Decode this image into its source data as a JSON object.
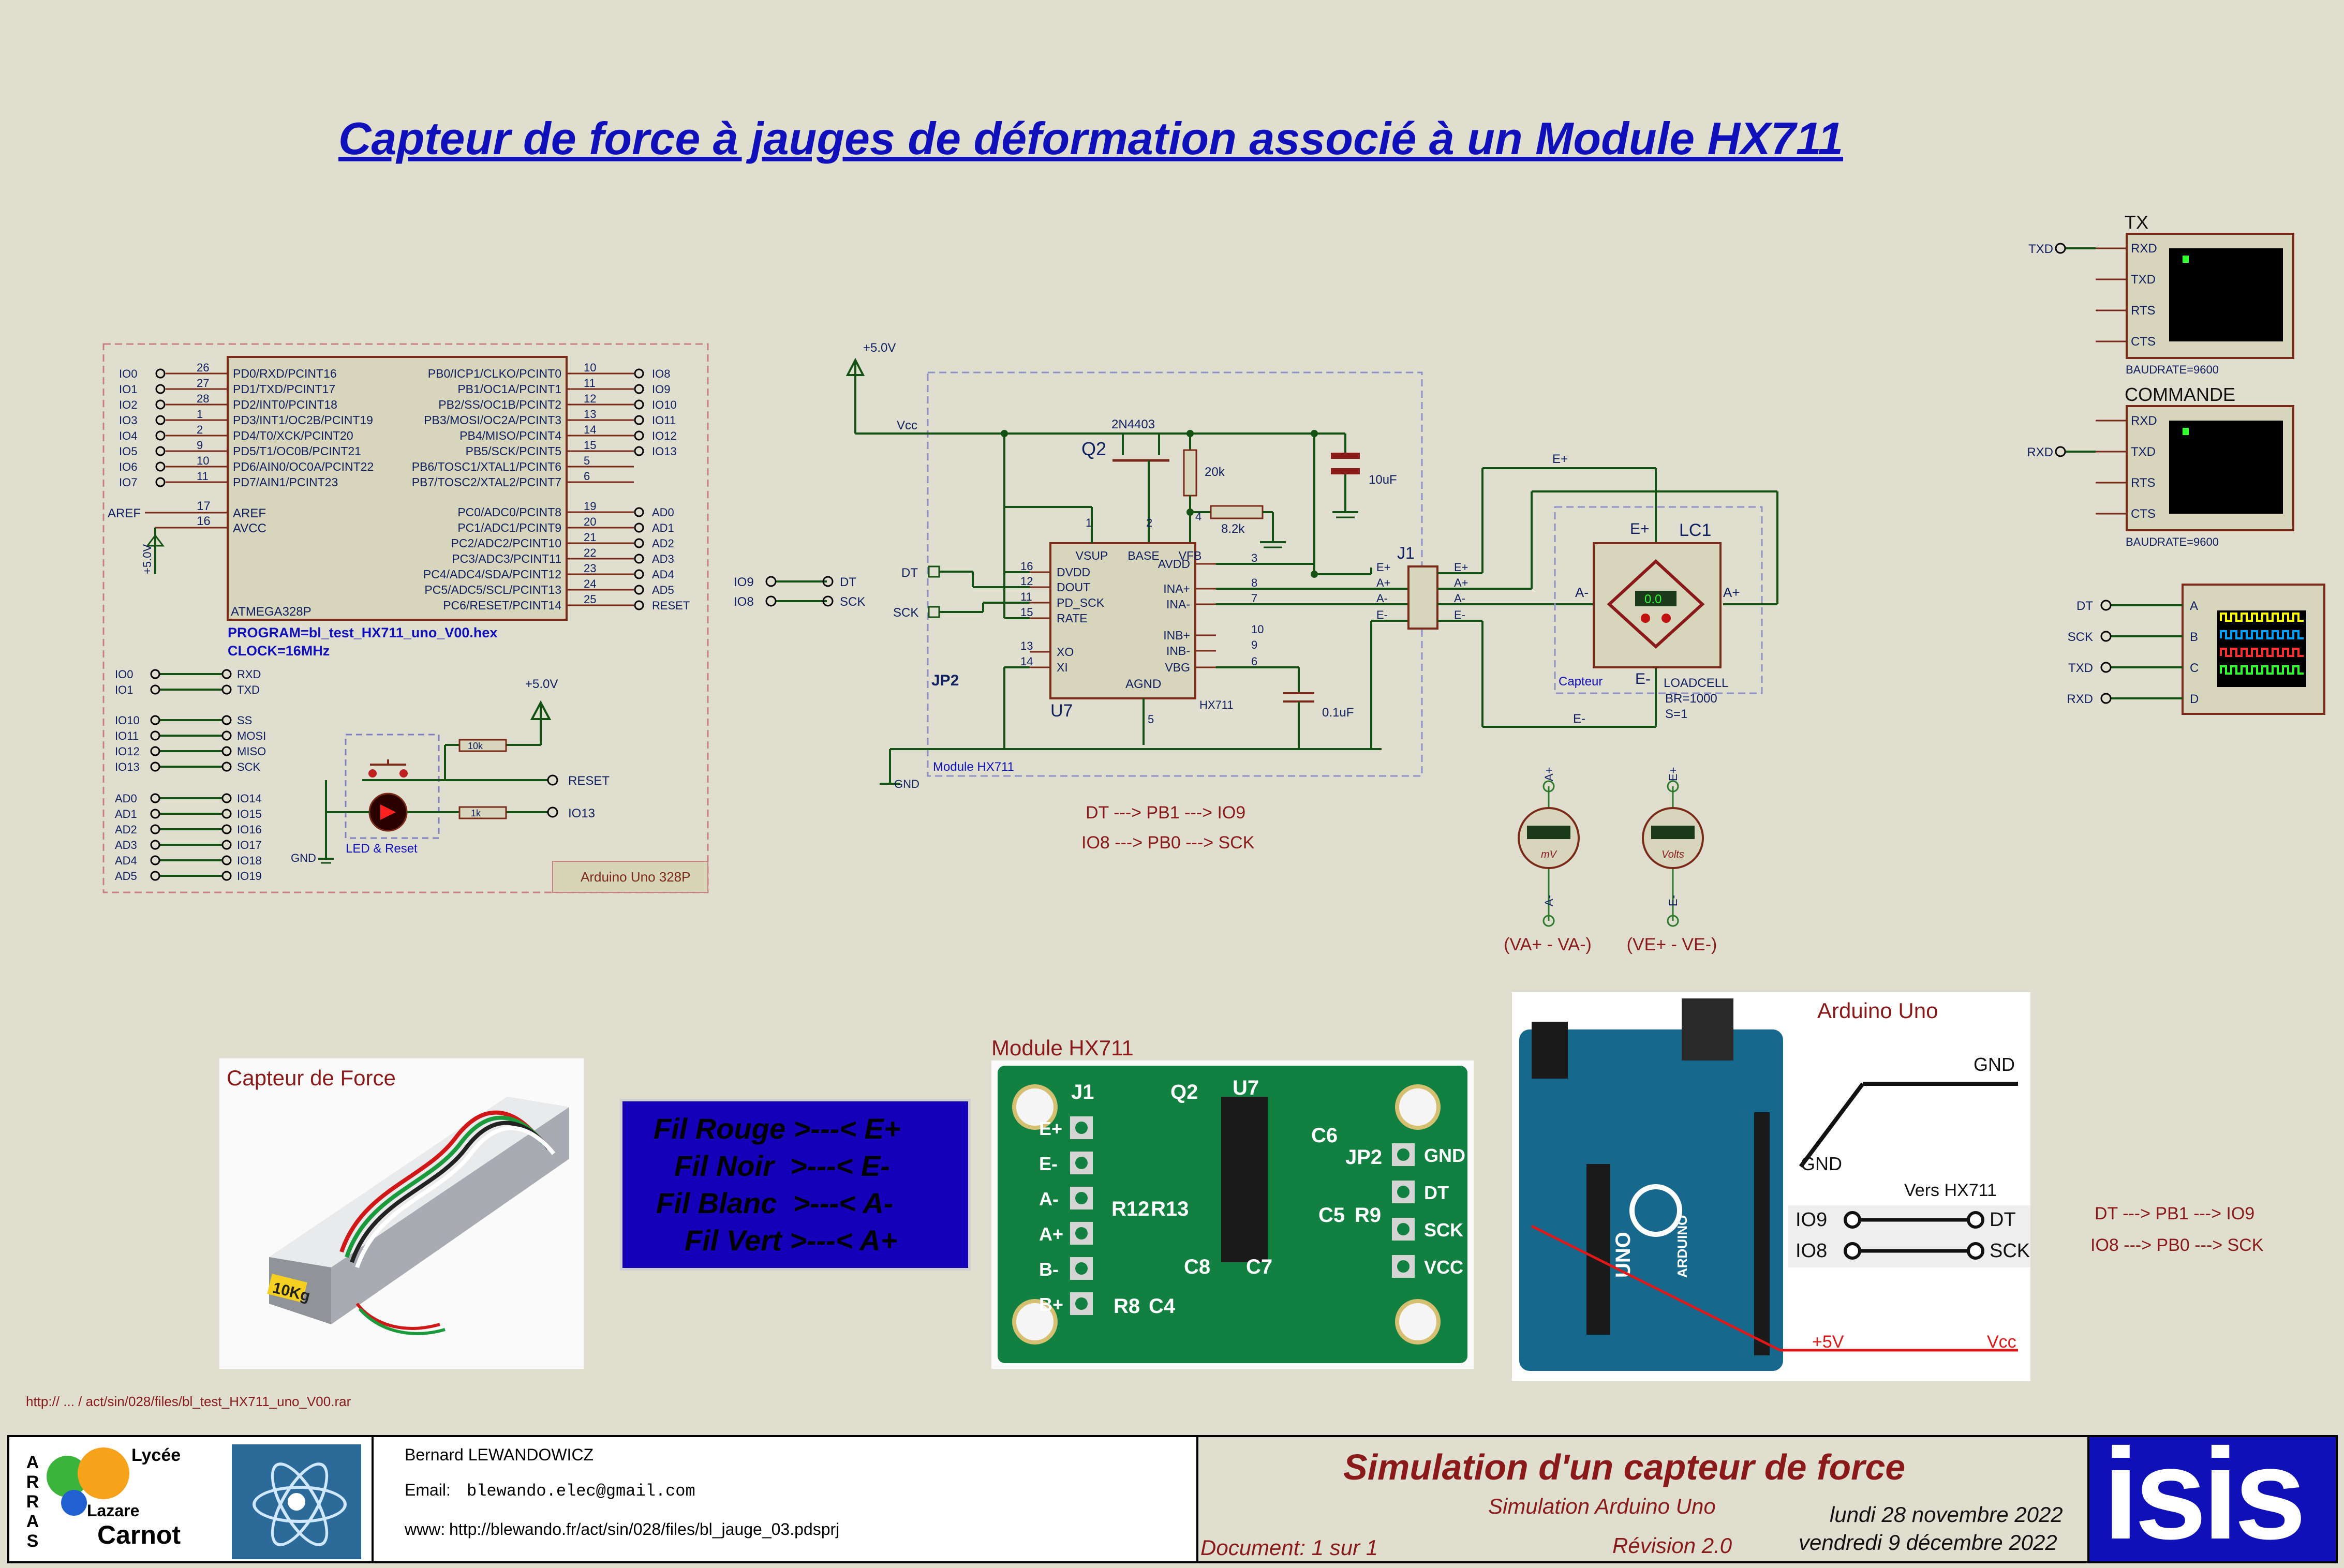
{
  "title": "Capteur de force à jauges de déformation associé à un Module HX711",
  "mcu": {
    "left_pins": [
      {
        "io": "IO0",
        "num": "26",
        "name": "PD0/RXD/PCINT16"
      },
      {
        "io": "IO1",
        "num": "27",
        "name": "PD1/TXD/PCINT17"
      },
      {
        "io": "IO2",
        "num": "28",
        "name": "PD2/INT0/PCINT18"
      },
      {
        "io": "IO3",
        "num": "1",
        "name": "PD3/INT1/OC2B/PCINT19"
      },
      {
        "io": "IO4",
        "num": "2",
        "name": "PD4/T0/XCK/PCINT20"
      },
      {
        "io": "IO5",
        "num": "9",
        "name": "PD5/T1/OC0B/PCINT21"
      },
      {
        "io": "IO6",
        "num": "10",
        "name": "PD6/AIN0/OC0A/PCINT22"
      },
      {
        "io": "IO7",
        "num": "11",
        "name": "PD7/AIN1/PCINT23"
      }
    ],
    "aref": {
      "io": "AREF",
      "num": "17",
      "name": "AREF"
    },
    "avcc": {
      "num": "16",
      "name": "AVCC"
    },
    "right_pins": [
      {
        "io": "IO8",
        "num": "10",
        "name": "PB0/ICP1/CLKO/PCINT0"
      },
      {
        "io": "IO9",
        "num": "11",
        "name": "PB1/OC1A/PCINT1"
      },
      {
        "io": "IO10",
        "num": "12",
        "name": "PB2/SS/OC1B/PCINT2"
      },
      {
        "io": "IO11",
        "num": "13",
        "name": "PB3/MOSI/OC2A/PCINT3"
      },
      {
        "io": "IO12",
        "num": "14",
        "name": "PB4/MISO/PCINT4"
      },
      {
        "io": "IO13",
        "num": "15",
        "name": "PB5/SCK/PCINT5"
      },
      {
        "io": "",
        "num": "5",
        "name": "PB6/TOSC1/XTAL1/PCINT6"
      },
      {
        "io": "",
        "num": "6",
        "name": "PB7/TOSC2/XTAL2/PCINT7"
      }
    ],
    "right_pins2": [
      {
        "io": "AD0",
        "num": "19",
        "name": "PC0/ADC0/PCINT8"
      },
      {
        "io": "AD1",
        "num": "20",
        "name": "PC1/ADC1/PCINT9"
      },
      {
        "io": "AD2",
        "num": "21",
        "name": "PC2/ADC2/PCINT10"
      },
      {
        "io": "AD3",
        "num": "22",
        "name": "PC3/ADC3/PCINT11"
      },
      {
        "io": "AD4",
        "num": "23",
        "name": "PC4/ADC4/SDA/PCINT12"
      },
      {
        "io": "AD5",
        "num": "24",
        "name": "PC5/ADC5/SCL/PCINT13"
      },
      {
        "io": "RESET",
        "num": "25",
        "name": "PC6/RESET/PCINT14"
      }
    ],
    "part": "ATMEGA328P",
    "program": "PROGRAM=bl_test_HX711_uno_V00.hex",
    "clock": "CLOCK=16MHz",
    "vcc_label": "+5.0V",
    "serial": [
      {
        "a": "IO0",
        "b": "RXD"
      },
      {
        "a": "IO1",
        "b": "TXD"
      }
    ],
    "spi": [
      {
        "a": "IO10",
        "b": "SS"
      },
      {
        "a": "IO11",
        "b": "MOSI"
      },
      {
        "a": "IO12",
        "b": "MISO"
      },
      {
        "a": "IO13",
        "b": "SCK"
      }
    ],
    "analog": [
      {
        "a": "AD0",
        "b": "IO14"
      },
      {
        "a": "AD1",
        "b": "IO15"
      },
      {
        "a": "AD2",
        "b": "IO16"
      },
      {
        "a": "AD3",
        "b": "IO17"
      },
      {
        "a": "AD4",
        "b": "IO18"
      },
      {
        "a": "AD5",
        "b": "IO19"
      }
    ],
    "reset_label": "RESET",
    "io13_label": "IO13",
    "r10k": "10k",
    "r1k": "1k",
    "led_reset": "LED & Reset",
    "gnd": "GND",
    "board": "Arduino Uno 328P"
  },
  "hx": {
    "vcc_supply": "+5.0V",
    "vcc": "Vcc",
    "transistor_type": "2N4403",
    "transistor": "Q2",
    "r20k": "20k",
    "r82k": "8.2k",
    "c10uf": "10uF",
    "c01uf": "0.1uF",
    "chip_left": [
      {
        "num": "16",
        "name": "DVDD"
      },
      {
        "num": "12",
        "name": "DOUT"
      },
      {
        "num": "11",
        "name": "PD_SCK"
      },
      {
        "num": "15",
        "name": "RATE"
      },
      {
        "num": "13",
        "name": "XO"
      },
      {
        "num": "14",
        "name": "XI"
      }
    ],
    "chip_top": [
      {
        "num": "1",
        "name": "VSUP"
      },
      {
        "num": "2",
        "name": "BASE"
      },
      {
        "num": "4",
        "name": "VFB"
      }
    ],
    "chip_right": [
      {
        "num": "3",
        "name": "AVDD"
      },
      {
        "num": "8",
        "name": "INA+"
      },
      {
        "num": "7",
        "name": "INA-"
      },
      {
        "num": "10",
        "name": "INB+"
      },
      {
        "num": "9",
        "name": "INB-"
      },
      {
        "num": "6",
        "name": "VBG"
      }
    ],
    "agnd": {
      "num": "5",
      "name": "AGND"
    },
    "chip": "HX711",
    "ref": "U7",
    "jp2": "JP2",
    "module": "Module HX711",
    "dt": "DT",
    "sck": "SCK",
    "io9": "IO9",
    "io8": "IO8",
    "gnd": "GND",
    "j1": "J1",
    "j1_pins": [
      "E+",
      "A+",
      "A-",
      "E-"
    ],
    "map1": "DT ---> PB1 ---> IO9",
    "map2": "IO8 ---> PB0 ---> SCK"
  },
  "loadcell": {
    "ref": "LC1",
    "e_plus": "E+",
    "e_minus": "E-",
    "a_plus": "A+",
    "a_minus": "A-",
    "display": "0.0",
    "type": "LOADCELL",
    "br": "BR=1000",
    "s": "S=1",
    "caption": "Capteur"
  },
  "meters": [
    {
      "top": "A+",
      "bottom": "A-",
      "unit": "mV",
      "caption": "(VA+ - VA-)"
    },
    {
      "top": "E+",
      "bottom": "E-",
      "unit": "Volts",
      "caption": "(VE+ - VE-)"
    }
  ],
  "terminals": [
    {
      "name": "TX",
      "pin": "TXD",
      "pins": [
        "RXD",
        "TXD",
        "RTS",
        "CTS"
      ],
      "baud": "BAUDRATE=9600"
    },
    {
      "name": "COMMANDE",
      "pin": "RXD",
      "pins": [
        "RXD",
        "TXD",
        "RTS",
        "CTS"
      ],
      "baud": "BAUDRATE=9600"
    }
  ],
  "logic": {
    "inputs": [
      "DT",
      "SCK",
      "TXD",
      "RXD"
    ],
    "channels": [
      "A",
      "B",
      "C",
      "D"
    ],
    "colors": [
      "#ffff00",
      "#00a0ff",
      "#ff3030",
      "#30ff30"
    ]
  },
  "photos": {
    "force": "Capteur de Force",
    "force_tag": "10Kg",
    "module": "Module HX711",
    "pcb_left": [
      "E+",
      "E-",
      "A-",
      "A+",
      "B-",
      "B+"
    ],
    "pcb_right": [
      "GND",
      "DT",
      "SCK",
      "VCC"
    ],
    "pcb_parts": [
      "J1",
      "Q2",
      "U7",
      "C6",
      "JP2",
      "R12",
      "R13",
      "C5",
      "R9",
      "C8",
      "C7",
      "R8",
      "C4"
    ],
    "arduino": "Arduino Uno",
    "gnd": "GND",
    "vers": "Vers HX711",
    "io9": "IO9",
    "io8": "IO8",
    "dt": "DT",
    "sck": "SCK",
    "plus5": "+5V",
    "vcc": "Vcc",
    "uno": "UNO",
    "arduino_logo": "ARDUINO"
  },
  "wires": [
    {
      "text": "Fil Rouge >---< E+",
      "color": "#ff1a1a"
    },
    {
      "text": "Fil Noir  >---< E-",
      "color": "#000000"
    },
    {
      "text": "Fil Blanc  >---< A-",
      "color": "#ffffff"
    },
    {
      "text": "Fil Vert >---< A+",
      "color": "#22dd22"
    }
  ],
  "map_right": [
    "DT ---> PB1 ---> IO9",
    "IO8 ---> PB0 ---> SCK"
  ],
  "url": "http:// ...  / act/sin/028/files/bl_test_HX711_uno_V00.rar",
  "footer": {
    "logo_letters": [
      "A",
      "R",
      "R",
      "A",
      "S"
    ],
    "lycee": "Lycée",
    "lazare": "Lazare",
    "carnot": "Carnot",
    "author": "Bernard LEWANDOWICZ",
    "email_label": "Email:",
    "email": "blewando.elec@gmail.com",
    "www_label": "www:",
    "www": "http://blewando.fr/act/sin/028/files/bl_jauge_03.pdsprj",
    "title": "Simulation d'un capteur de force",
    "subtitle": "Simulation Arduino Uno",
    "date1": "lundi 28 novembre 2022",
    "date2": "vendredi 9 décembre 2022",
    "document": "Document:  1 sur 1",
    "revision": "Révision  2.0",
    "isis": "isis"
  }
}
